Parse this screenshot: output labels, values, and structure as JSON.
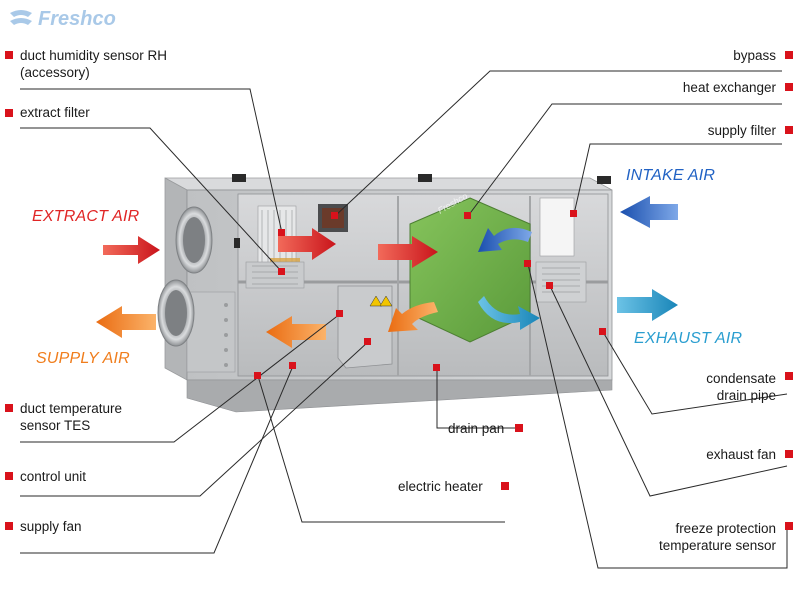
{
  "brand": {
    "logo_text": "Freshco",
    "watermark": "Freshco"
  },
  "air_labels": {
    "extract_air": "EXTRACT AIR",
    "supply_air": "SUPPLY AIR",
    "intake_air": "INTAKE AIR",
    "exhaust_air": "EXHAUST AIR"
  },
  "components": {
    "duct_humidity_sensor": [
      "duct humidity sensor RH",
      "(accessory)"
    ],
    "extract_filter": "extract filter",
    "duct_temperature_sensor": [
      "duct temperature",
      "sensor TES"
    ],
    "control_unit": "control unit",
    "supply_fan": "supply fan",
    "bypass": "bypass",
    "heat_exchanger": "heat exchanger",
    "supply_filter": "supply filter",
    "condensate_drain_pipe": [
      "condensate",
      "drain pipe"
    ],
    "exhaust_fan": "exhaust fan",
    "freeze_protection_sensor": [
      "freeze protection",
      "temperature sensor"
    ],
    "drain_pan": "drain pan",
    "electric_heater": "electric heater"
  },
  "colors": {
    "marker": "#d9121b",
    "extract": "#e02525",
    "supply": "#f07d1c",
    "intake": "#2162c4",
    "exhaust": "#2a9ed0",
    "casing": "#c9cbcd",
    "exchanger": "#6fb04a"
  }
}
